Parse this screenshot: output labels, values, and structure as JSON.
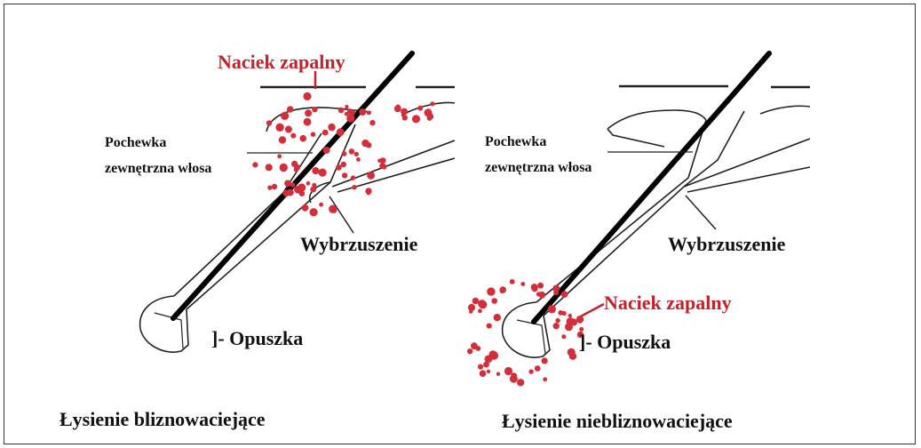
{
  "left_panel": {
    "inflammation_label": "Naciek zapalny",
    "sheath_label_line1": "Pochewka",
    "sheath_label_line2": "zewnętrzna włosa",
    "bulge_label": "Wybrzuszenie",
    "bulb_label": "]- Opuszka",
    "caption": "Łysienie bliznowaciejące"
  },
  "right_panel": {
    "inflammation_label": "Naciek zapalny",
    "sheath_label_line1": "Pochewka",
    "sheath_label_line2": "zewnętrzna włosa",
    "bulge_label": "Wybrzuszenie",
    "bulb_label": "]- Opuszka",
    "caption": "Łysienie niebliznowaciejące"
  },
  "colors": {
    "infiltrate": "#d32f3a",
    "label_red": "#c0232b",
    "lines": "#222222"
  }
}
